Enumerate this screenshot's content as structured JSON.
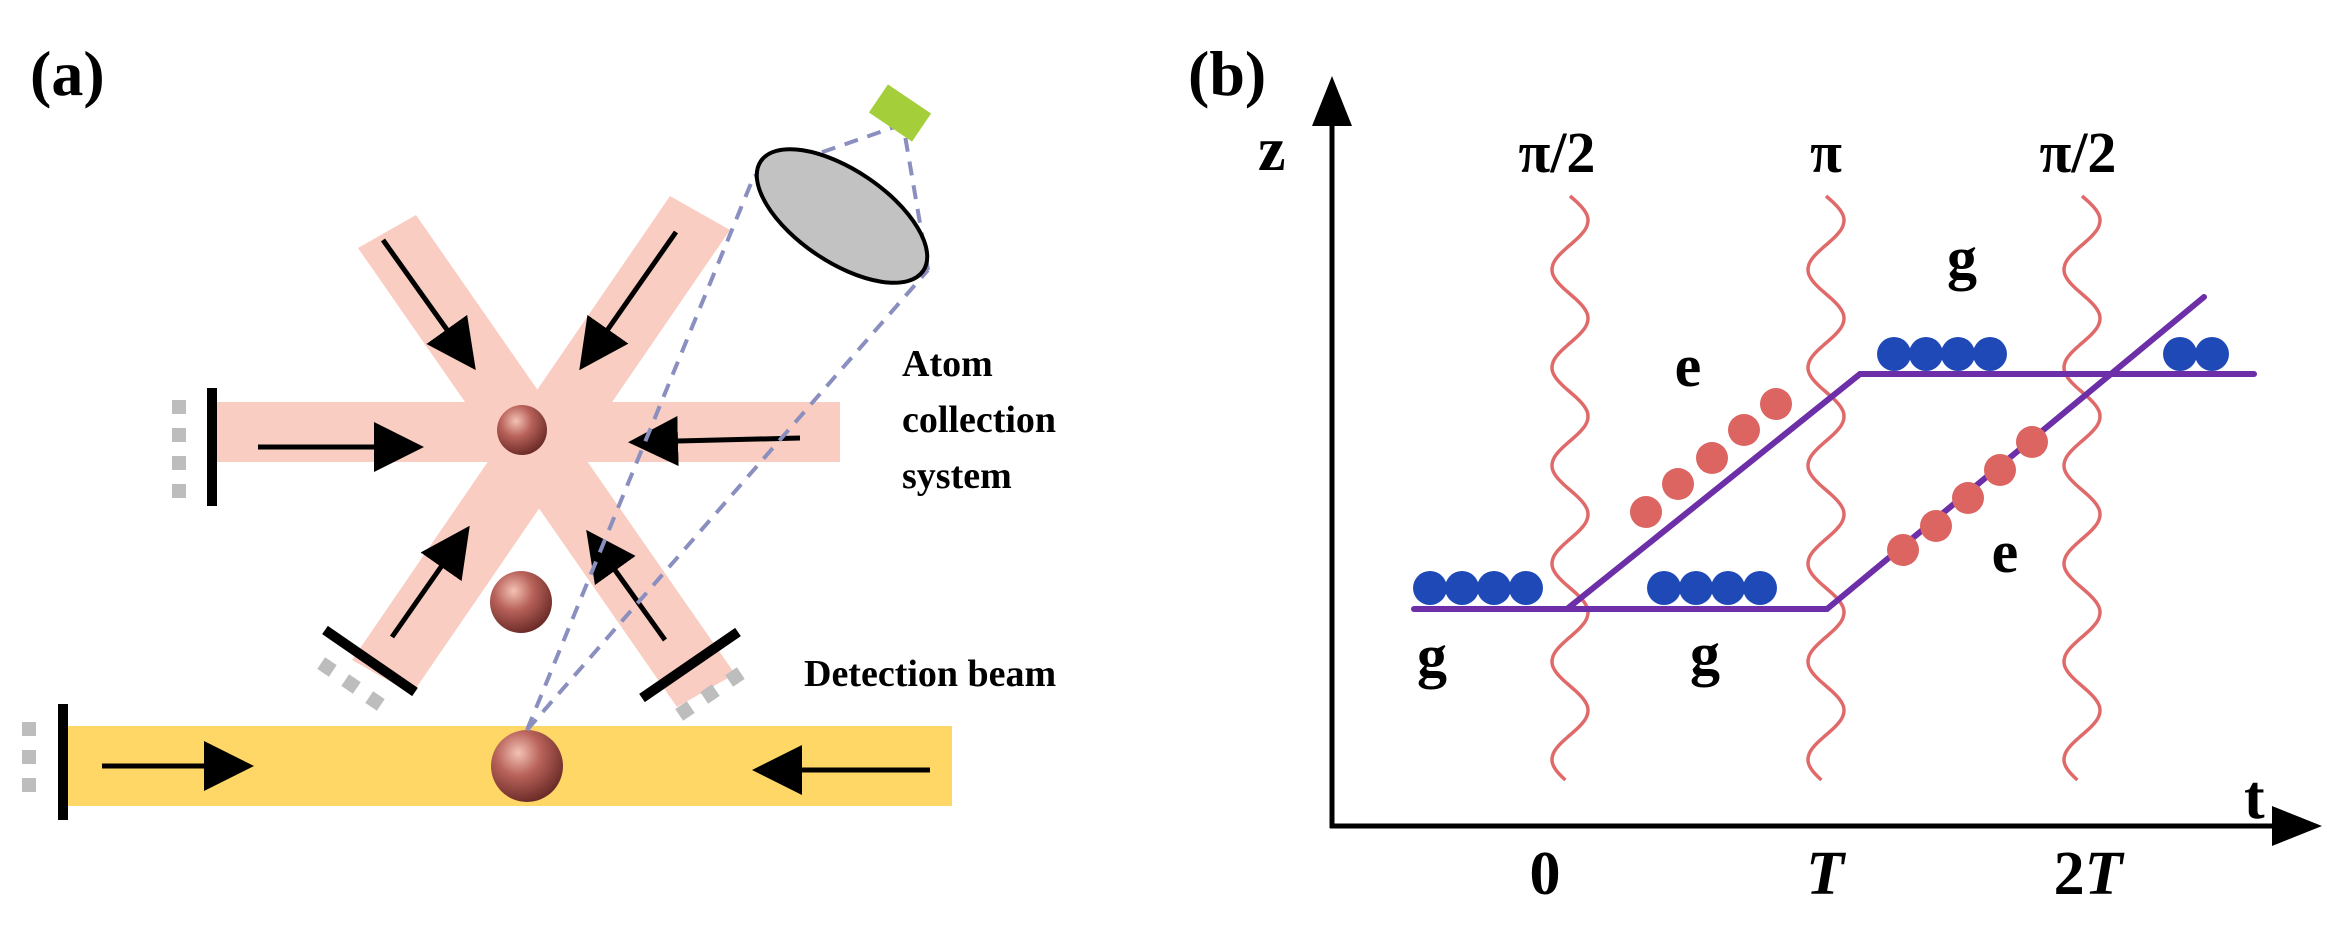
{
  "panel_a": {
    "label": "(a)",
    "atom_collection_label": [
      "Atom",
      "collection",
      "system"
    ],
    "detection_beam_label": "Detection beam",
    "colors": {
      "mot_beam": "#f9cdc2",
      "detection_beam": "#fed766",
      "detector": "#a4cf3a",
      "lens": "#c2c2c2",
      "dashed": "#8a8fbf",
      "atom": "#9b4a40"
    }
  },
  "panel_b": {
    "label": "(b)",
    "axes": {
      "y": "z",
      "x": "t"
    },
    "x_ticks": [
      {
        "pre": "0",
        "italic": ""
      },
      {
        "pre": "",
        "italic": "T"
      },
      {
        "pre": "2",
        "italic": "T"
      }
    ],
    "pulses": [
      "π/2",
      "π",
      "π/2"
    ],
    "states": {
      "g_left": "g",
      "g_lower_mid": "g",
      "g_upper": "g",
      "e_upper_arm": "e",
      "e_lower_arm": "e"
    },
    "colors": {
      "trajectory": "#6c2fa8",
      "ground_atoms": "#1f49b7",
      "excited_atoms": "#dc6562",
      "pulse": "#e06a6a"
    }
  }
}
